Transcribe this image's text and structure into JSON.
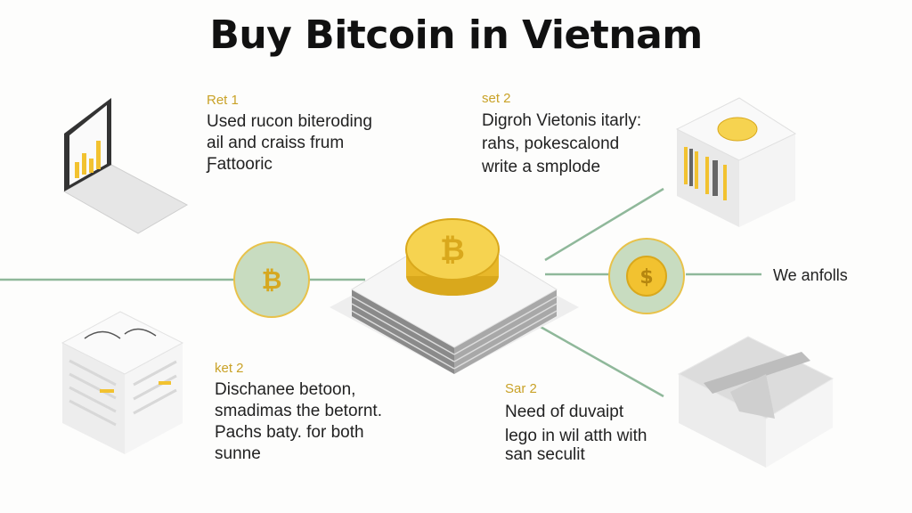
{
  "title": "Buy Bitcoin in Vietnam",
  "steps": [
    {
      "tag": "Ret 1",
      "lines": [
        "Used rucon biteroding",
        "ail and craiss frum",
        "Ƒattooric"
      ]
    },
    {
      "tag": "set 2",
      "lines": [
        "Digroh Vietonis itarly:",
        "rahs, pokescalond",
        "write a smplode"
      ]
    },
    {
      "tag": "ket 2",
      "lines": [
        "Dischanee betoon,",
        "smadimas the betornt.",
        "Pachs baty. for both",
        "sunne"
      ]
    },
    {
      "tag": "Sar 2",
      "lines": [
        "Need of duvaipt",
        "lego in wil atth with",
        "san seculit"
      ]
    }
  ],
  "side_label": "We anfolls",
  "colors": {
    "accent": "#f2c230",
    "line": "#8fb89a",
    "circle": "#c8dcc0"
  }
}
